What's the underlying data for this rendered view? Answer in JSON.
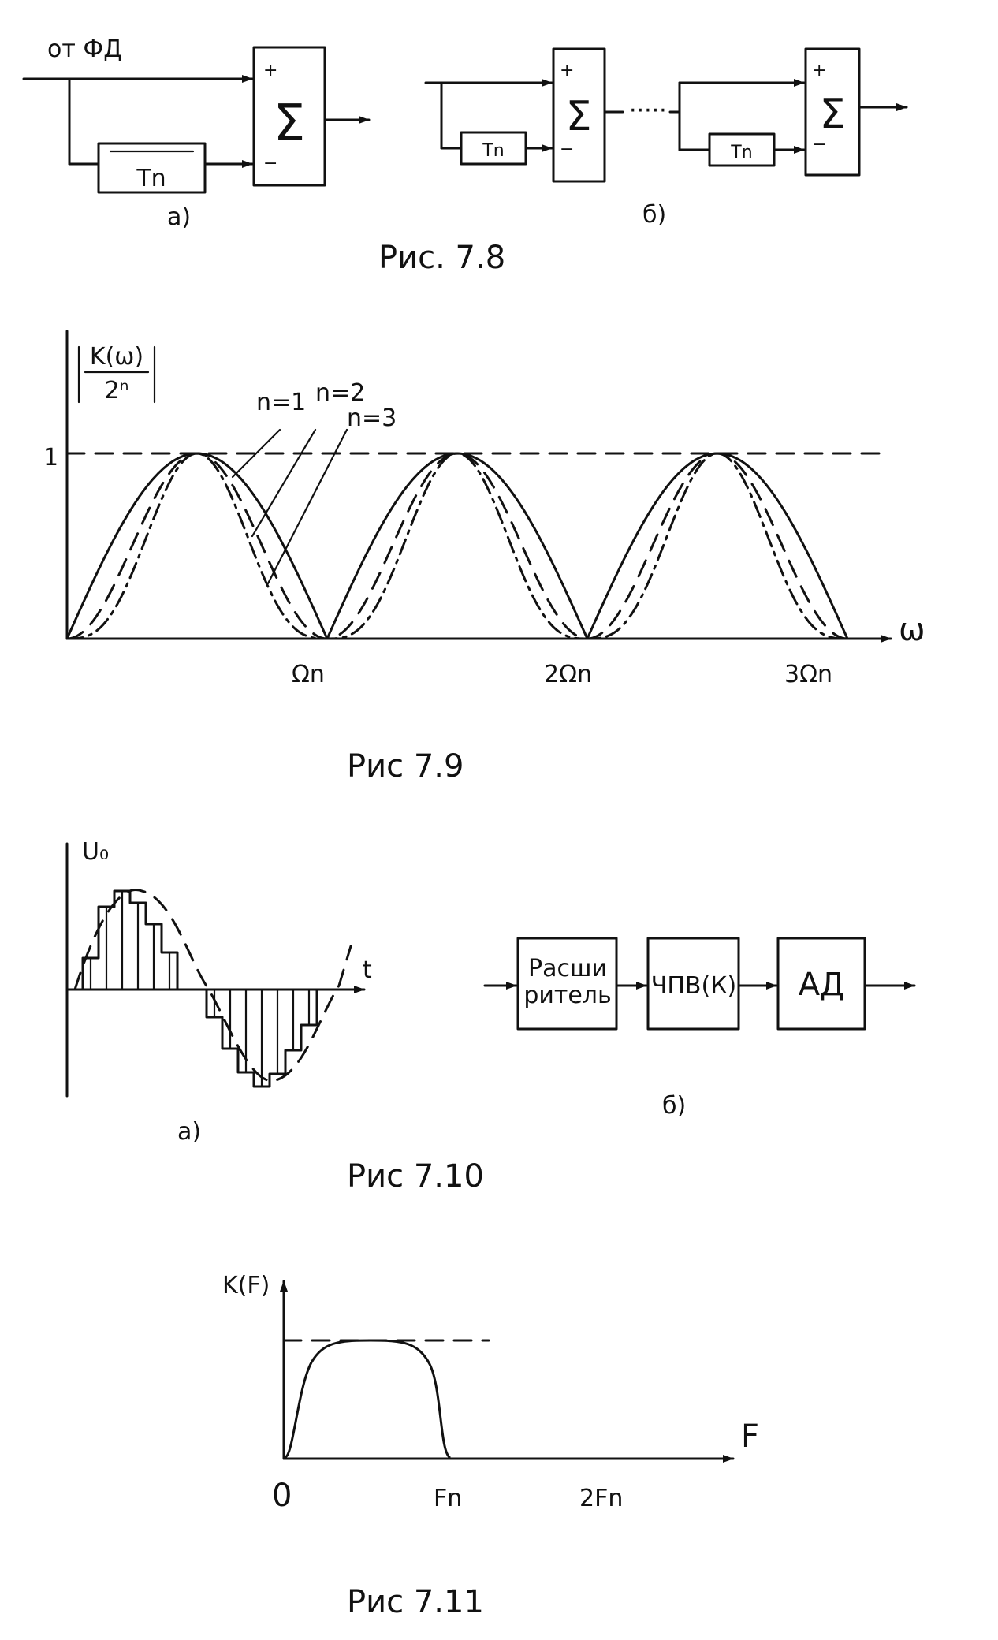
{
  "fig78": {
    "caption": "Рис. 7.8",
    "input_label": "от ФД",
    "delay_a": "Tn",
    "delay_b1": "Tn",
    "delay_b2": "Tn",
    "sum_symbol": "Σ",
    "plus": "+",
    "minus": "−",
    "dots": "·····",
    "sub_a": "а)",
    "sub_b": "б)"
  },
  "fig79": {
    "caption": "Рис 7.9",
    "y_label_num": "K(ω)",
    "y_label_den": "2ⁿ",
    "y_tick": "1",
    "x_axis": "ω",
    "x_ticks": [
      "Ωn",
      "2Ωn",
      "3Ωn"
    ],
    "curve_labels": [
      "n=1",
      "n=2",
      "n=3"
    ]
  },
  "fig710": {
    "caption": "Рис 7.10",
    "y_label": "U₀",
    "x_label": "t",
    "sub_a": "а)",
    "sub_b": "б)",
    "block1_line1": "Расши",
    "block1_line2": "ритель",
    "block2": "ЧПВ(К)",
    "block3": "АД"
  },
  "fig711": {
    "caption": "Рис 7.11",
    "y_label": "K(F)",
    "x_label": "F",
    "x_ticks": [
      "0",
      "Fn",
      "2Fn"
    ]
  }
}
